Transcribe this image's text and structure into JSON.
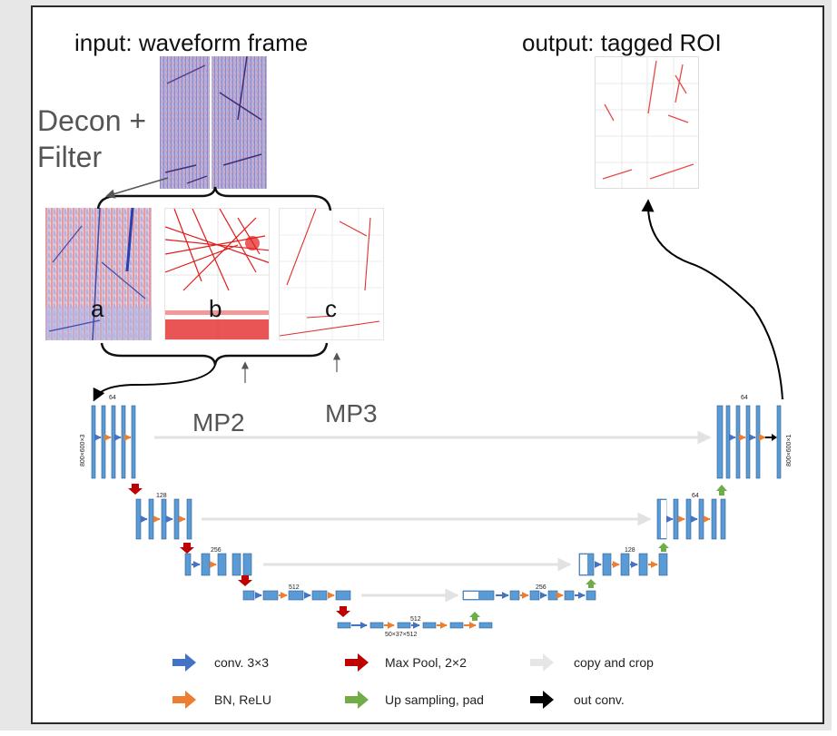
{
  "labels": {
    "input_title": "input: waveform frame",
    "output_title": "output: tagged ROI",
    "decon_filter_line1": "Decon +",
    "decon_filter_line2": "Filter",
    "panel_a": "a",
    "panel_b": "b",
    "panel_c": "c",
    "mp2": "MP2",
    "mp3": "MP3"
  },
  "network": {
    "in_dim": "800×600×3",
    "out_dim": "800×600×1",
    "bottom_dim": "50×37×512",
    "ch_64_enc": "64",
    "ch_128": "128",
    "ch_256_enc": "256",
    "ch_512_enc": "512",
    "ch_512_bottom": "512",
    "ch_256_dec": "256",
    "ch_128_dec": "128",
    "ch_64_dec": "64",
    "ch_out": "1"
  },
  "legend": {
    "conv": "conv. 3×3",
    "maxpool": "Max Pool, 2×2",
    "copy_crop": "copy and crop",
    "bn_relu": "BN, ReLU",
    "upsampling": "Up sampling, pad",
    "out_conv": "out conv."
  },
  "colors": {
    "conv_arrow": "#4472c4",
    "bn_arrow": "#ed7d31",
    "maxpool_arrow": "#c00000",
    "upsample_arrow": "#70ad47",
    "copy_arrow": "#e6e6e6",
    "out_arrow": "#000000",
    "block": "#5b9bd5",
    "block_edge": "#2e5f8f"
  }
}
